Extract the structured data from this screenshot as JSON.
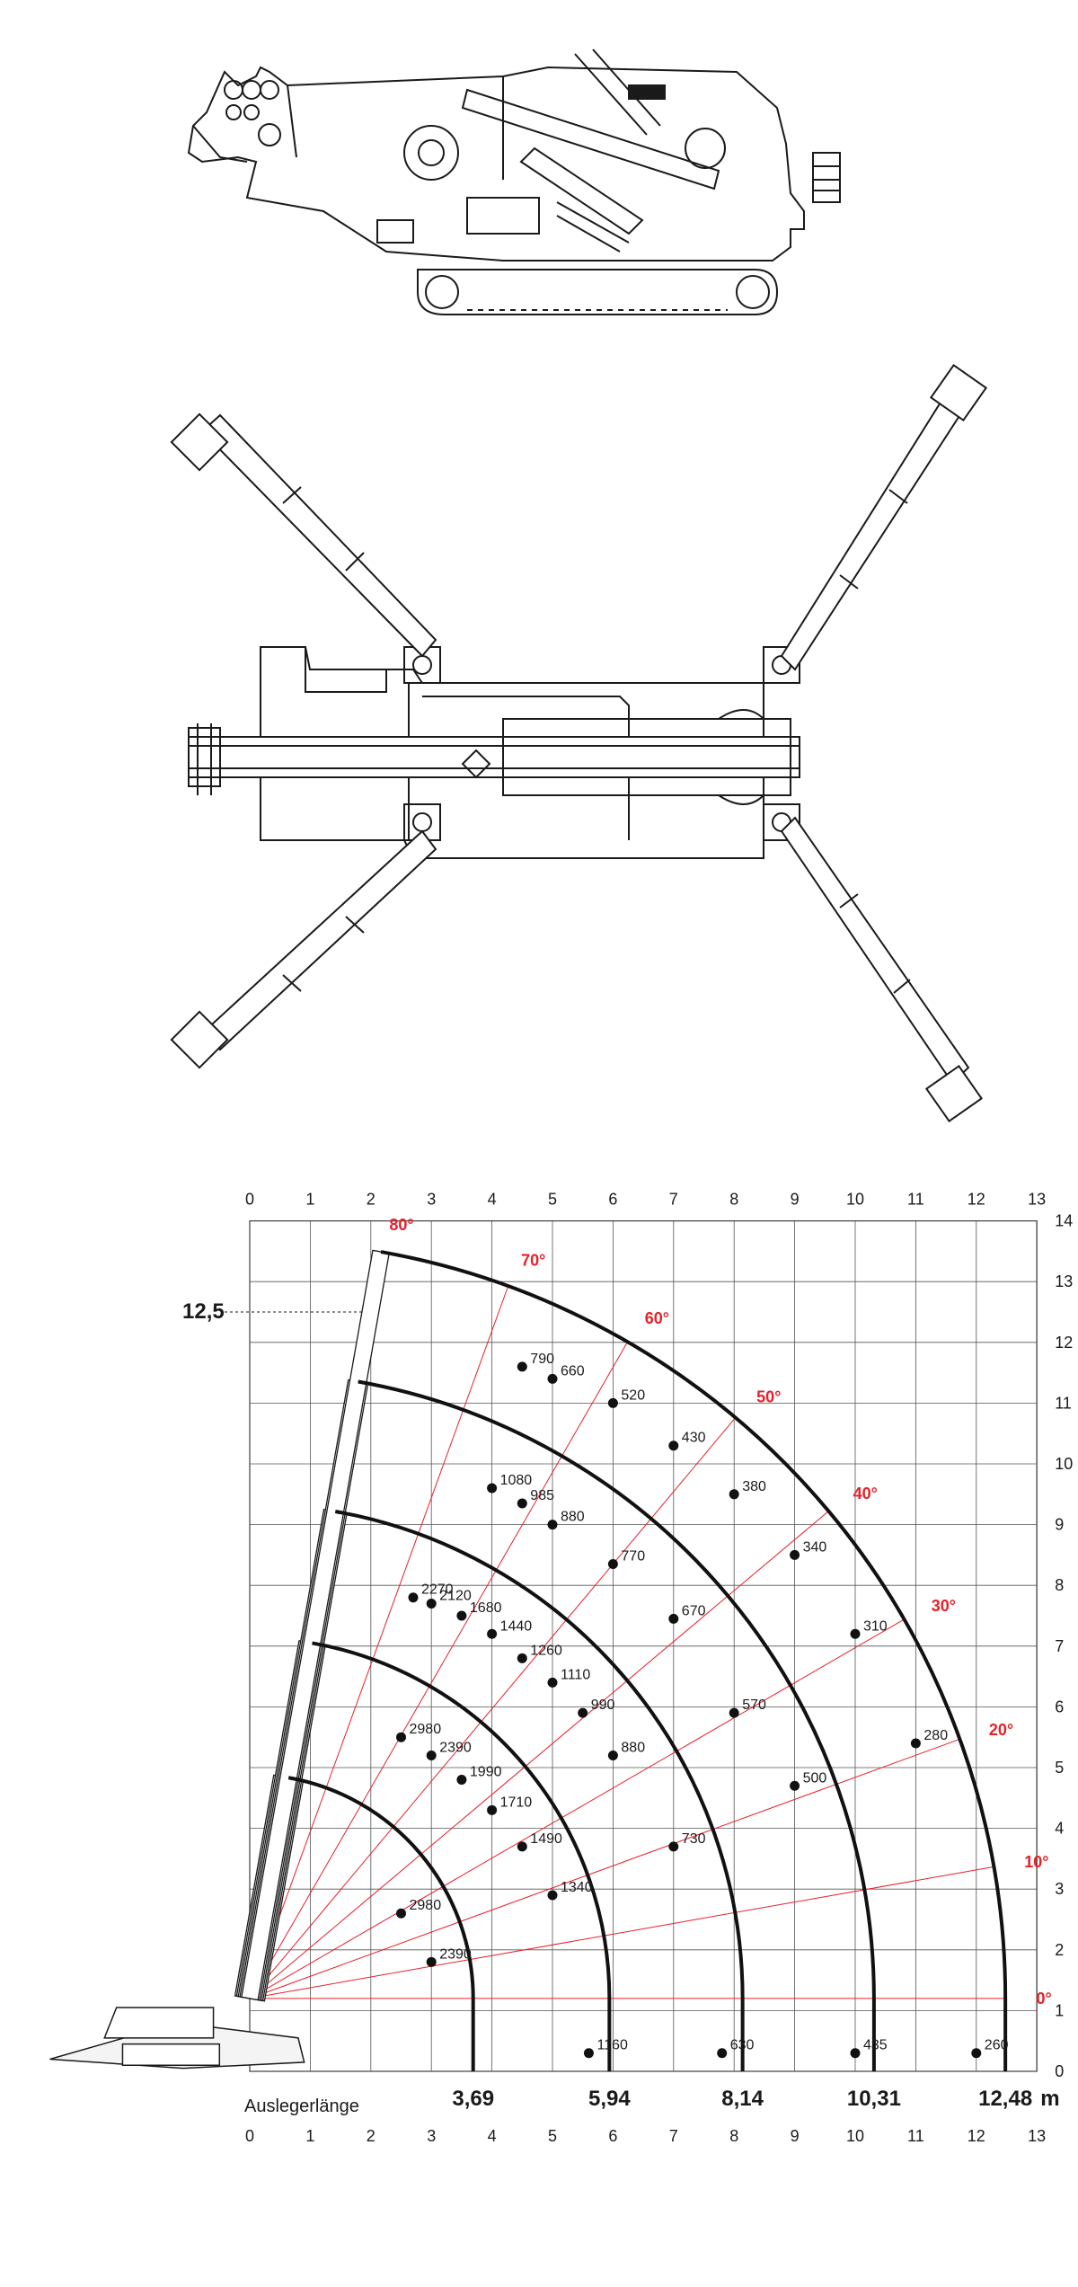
{
  "chart_data": {
    "type": "line",
    "title": "",
    "x_unit": "m",
    "xlim": [
      0,
      13
    ],
    "ylim": [
      0,
      14
    ],
    "x_ticks": [
      0,
      1,
      2,
      3,
      4,
      5,
      6,
      7,
      8,
      9,
      10,
      11,
      12,
      13
    ],
    "y_ticks": [
      0,
      1,
      2,
      3,
      4,
      5,
      6,
      7,
      8,
      9,
      10,
      11,
      12,
      13,
      14
    ],
    "grid": true,
    "pivot": [
      0,
      1.2
    ],
    "max_height_marker": "12,5",
    "boom_length_label": "Auslegerlänge",
    "angle_labels": [
      "0°",
      "10°",
      "20°",
      "30°",
      "40°",
      "50°",
      "60°",
      "70°",
      "80°"
    ],
    "accent_color": "#e8202a",
    "series": [
      {
        "name": "3,69",
        "points": [
          {
            "x": 2.5,
            "y": 2.6,
            "load": "2980"
          },
          {
            "x": 3.0,
            "y": 1.8,
            "load": "2390"
          }
        ]
      },
      {
        "name": "5,94",
        "points": [
          {
            "x": 2.5,
            "y": 5.5,
            "load": "2980"
          },
          {
            "x": 3.0,
            "y": 5.2,
            "load": "2390"
          },
          {
            "x": 3.5,
            "y": 4.8,
            "load": "1990"
          },
          {
            "x": 4.0,
            "y": 4.3,
            "load": "1710"
          },
          {
            "x": 4.5,
            "y": 3.7,
            "load": "1490"
          },
          {
            "x": 5.0,
            "y": 2.9,
            "load": "1340"
          },
          {
            "x": 5.6,
            "y": 0.3,
            "load": "1160"
          }
        ]
      },
      {
        "name": "8,14",
        "points": [
          {
            "x": 2.7,
            "y": 7.8,
            "load": "2270"
          },
          {
            "x": 3.0,
            "y": 7.7,
            "load": "2120"
          },
          {
            "x": 3.5,
            "y": 7.5,
            "load": "1680"
          },
          {
            "x": 4.0,
            "y": 7.2,
            "load": "1440"
          },
          {
            "x": 4.5,
            "y": 6.8,
            "load": "1260"
          },
          {
            "x": 5.0,
            "y": 6.4,
            "load": "1110"
          },
          {
            "x": 5.5,
            "y": 5.9,
            "load": "990"
          },
          {
            "x": 6.0,
            "y": 5.2,
            "load": "880"
          },
          {
            "x": 7.0,
            "y": 3.7,
            "load": "730"
          },
          {
            "x": 7.8,
            "y": 0.3,
            "load": "630"
          }
        ]
      },
      {
        "name": "10,31",
        "points": [
          {
            "x": 4.0,
            "y": 9.6,
            "load": "1080"
          },
          {
            "x": 4.5,
            "y": 9.35,
            "load": "985"
          },
          {
            "x": 5.0,
            "y": 9.0,
            "load": "880"
          },
          {
            "x": 6.0,
            "y": 8.35,
            "load": "770"
          },
          {
            "x": 7.0,
            "y": 7.45,
            "load": "670"
          },
          {
            "x": 8.0,
            "y": 5.9,
            "load": "570"
          },
          {
            "x": 9.0,
            "y": 4.7,
            "load": "500"
          },
          {
            "x": 10.0,
            "y": 0.3,
            "load": "435"
          }
        ]
      },
      {
        "name": "12,48",
        "points": [
          {
            "x": 4.5,
            "y": 11.6,
            "load": "790"
          },
          {
            "x": 5.0,
            "y": 11.4,
            "load": "660"
          },
          {
            "x": 6.0,
            "y": 11.0,
            "load": "520"
          },
          {
            "x": 7.0,
            "y": 10.3,
            "load": "430"
          },
          {
            "x": 8.0,
            "y": 9.5,
            "load": "380"
          },
          {
            "x": 9.0,
            "y": 8.5,
            "load": "340"
          },
          {
            "x": 10.0,
            "y": 7.2,
            "load": "310"
          },
          {
            "x": 11.0,
            "y": 5.4,
            "load": "280"
          },
          {
            "x": 12.0,
            "y": 0.3,
            "load": "260"
          }
        ]
      }
    ]
  }
}
